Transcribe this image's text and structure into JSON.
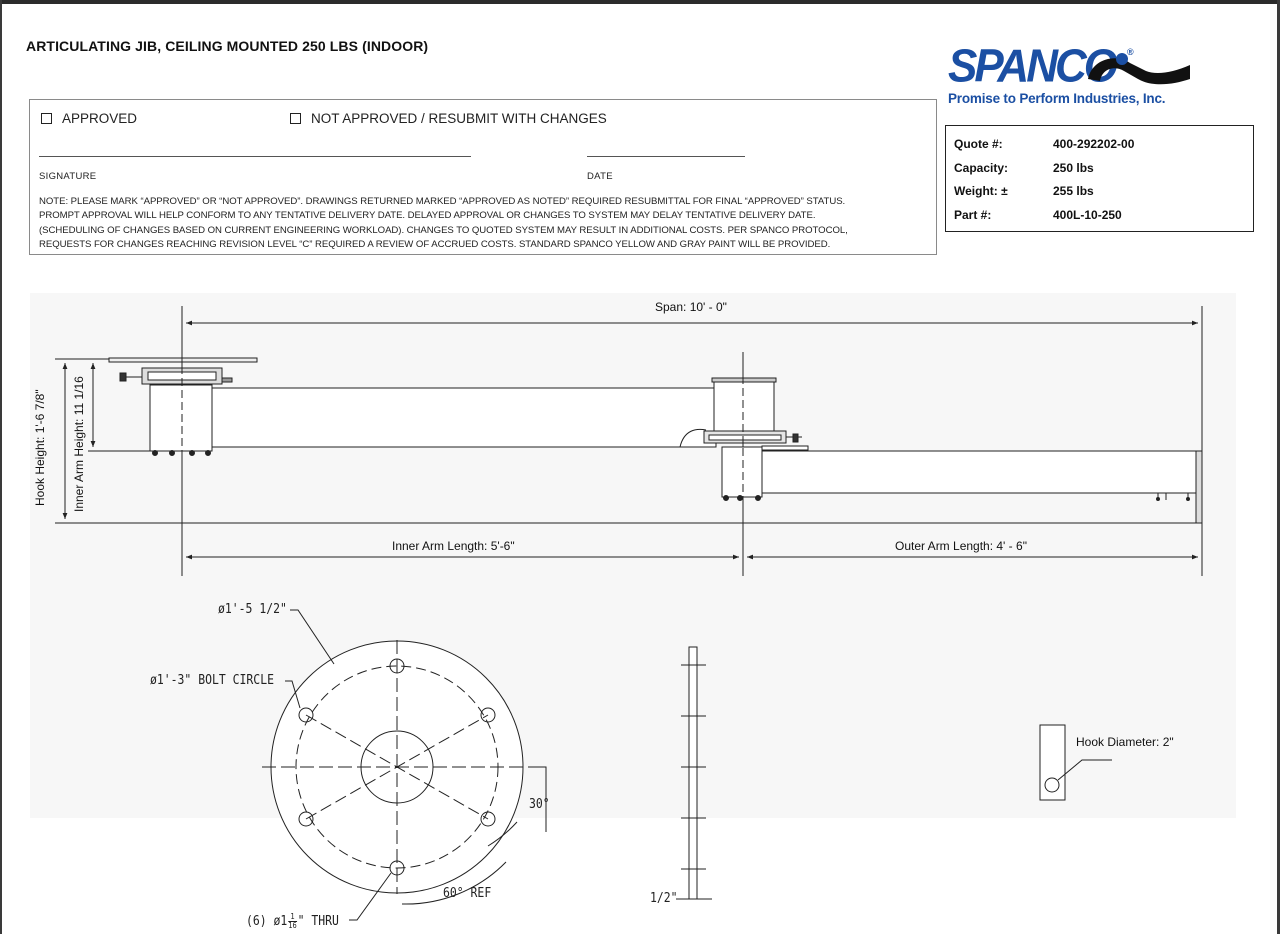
{
  "document": {
    "title": "ARTICULATING JIB, CEILING MOUNTED 250  LBS (INDOOR)"
  },
  "logo": {
    "word": "SPANCO",
    "registered": "®",
    "tagline": "Promise to Perform Industries, Inc.",
    "brand_color": "#1b4fa3"
  },
  "approval": {
    "approved_label": "APPROVED",
    "not_approved_label": "NOT APPROVED / RESUBMIT WITH CHANGES",
    "signature_label": "SIGNATURE",
    "date_label": "DATE",
    "note_lines": [
      "NOTE:  PLEASE MARK “APPROVED” OR “NOT APPROVED”.  DRAWINGS RETURNED MARKED “APPROVED AS NOTED” REQUIRED RESUBMITTAL FOR FINAL “APPROVED” STATUS.",
      "PROMPT APPROVAL WILL HELP CONFORM TO ANY TENTATIVE DELIVERY DATE.  DELAYED APPROVAL OR CHANGES TO SYSTEM MAY DELAY TENTATIVE DELIVERY DATE.",
      "(SCHEDULING OF CHANGES BASED ON CURRENT ENGINEERING WORKLOAD).  CHANGES TO QUOTED SYSTEM MAY RESULT IN ADDITIONAL COSTS.  PER SPANCO PROTOCOL,",
      "REQUESTS FOR CHANGES REACHING REVISION LEVEL “C” REQUIRED A REVIEW OF ACCRUED COSTS.  STANDARD SPANCO YELLOW AND GRAY PAINT WILL BE PROVIDED."
    ]
  },
  "quote": {
    "rows": [
      {
        "label": "Quote #:",
        "value": "400-292202-00"
      },
      {
        "label": "Capacity:",
        "value": "250 lbs"
      },
      {
        "label": "Weight: ±",
        "value": "255 lbs"
      },
      {
        "label": "Part #:",
        "value": "400L-10-250"
      }
    ]
  },
  "drawing": {
    "span": "Span: 10' - 0\"",
    "hook_height": "Hook Height: 1'-6 7/8\"",
    "inner_arm_height": "Inner Arm Height: 11 1/16",
    "inner_arm_length": "Inner Arm Length: 5'-6\"",
    "outer_arm_length": "Outer Arm Length: 4' - 6\"",
    "plate_diameter": "ø1'-5 1/2\"",
    "bolt_circle": "ø1'-3\" BOLT CIRCLE",
    "angle_30": "30°",
    "angle_60": "60° REF",
    "holes": "(6) ø1",
    "holes_frac_num": "1",
    "holes_frac_den": "16",
    "holes_tail": "\" THRU",
    "plate_thickness": "1/2\"",
    "hook_diameter": "Hook Diameter: 2\""
  }
}
